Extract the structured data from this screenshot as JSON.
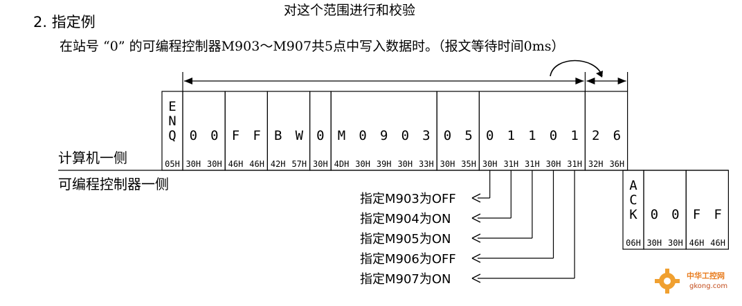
{
  "heading": "2. 指定例",
  "description": "在站号 “0” 的可编程控制器M903～M907共5点中写入数据时。（报文等待时间0ms）",
  "range_label": "对这个范围进行和校验",
  "side_labels": {
    "computer": "计算机一侧",
    "plc": "可编程控制器一侧"
  },
  "computer_frame": [
    {
      "chars": [
        "E",
        "N",
        "Q"
      ],
      "hex": [
        "05H"
      ],
      "vertical": true
    },
    {
      "chars": [
        "0",
        "0"
      ],
      "hex": [
        "30H",
        "30H"
      ]
    },
    {
      "chars": [
        "F",
        "F"
      ],
      "hex": [
        "46H",
        "46H"
      ]
    },
    {
      "chars": [
        "B",
        "W"
      ],
      "hex": [
        "42H",
        "57H"
      ]
    },
    {
      "chars": [
        "0"
      ],
      "hex": [
        "30H"
      ]
    },
    {
      "chars": [
        "M",
        "0",
        "9",
        "0",
        "3"
      ],
      "hex": [
        "4DH",
        "30H",
        "39H",
        "30H",
        "33H"
      ]
    },
    {
      "chars": [
        "0",
        "5"
      ],
      "hex": [
        "30H",
        "35H"
      ]
    },
    {
      "chars": [
        "0",
        "1",
        "1",
        "0",
        "1"
      ],
      "hex": [
        "30H",
        "31H",
        "31H",
        "30H",
        "31H"
      ]
    },
    {
      "chars": [
        "2",
        "6"
      ],
      "hex": [
        "32H",
        "36H"
      ]
    }
  ],
  "plc_frame": [
    {
      "chars": [
        "A",
        "C",
        "K"
      ],
      "hex": [
        "06H"
      ],
      "vertical": true
    },
    {
      "chars": [
        "0",
        "0"
      ],
      "hex": [
        "30H",
        "30H"
      ]
    },
    {
      "chars": [
        "F",
        "F"
      ],
      "hex": [
        "46H",
        "46H"
      ]
    }
  ],
  "annotations": [
    "指定M903为OFF",
    "指定M904为ON",
    "指定M905为ON",
    "指定M906为OFF",
    "指定M907为ON"
  ],
  "logo": {
    "cn": "中华工控网",
    "en": "gkong.com"
  },
  "colors": {
    "line": "#000000",
    "logo_orange": "#e87b1c"
  }
}
